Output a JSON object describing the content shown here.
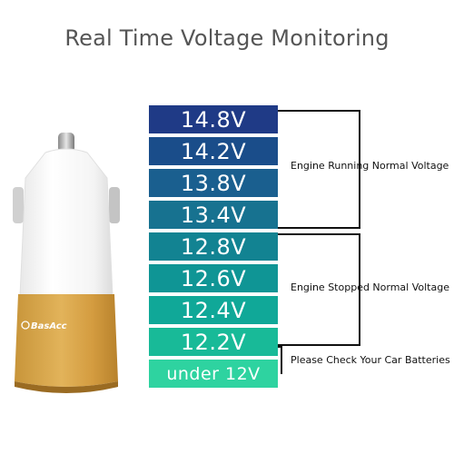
{
  "title": "Real Time Voltage Monitoring",
  "brand": "BasAcc",
  "levels": [
    {
      "label": "14.8V",
      "color": "#1f3a86"
    },
    {
      "label": "14.2V",
      "color": "#1a4d8a"
    },
    {
      "label": "13.8V",
      "color": "#1a5f8f"
    },
    {
      "label": "13.4V",
      "color": "#177290"
    },
    {
      "label": "12.8V",
      "color": "#128392"
    },
    {
      "label": "12.6V",
      "color": "#0f9595"
    },
    {
      "label": "12.4V",
      "color": "#10a898"
    },
    {
      "label": "12.2V",
      "color": "#18ba98"
    },
    {
      "label": "under 12V",
      "color": "#2ed3a0"
    }
  ],
  "groups": {
    "running": "Engine Running Normal Voltage",
    "stopped": "Engine Stopped Normal Voltage",
    "check": "Please Check Your Car Batteries"
  }
}
